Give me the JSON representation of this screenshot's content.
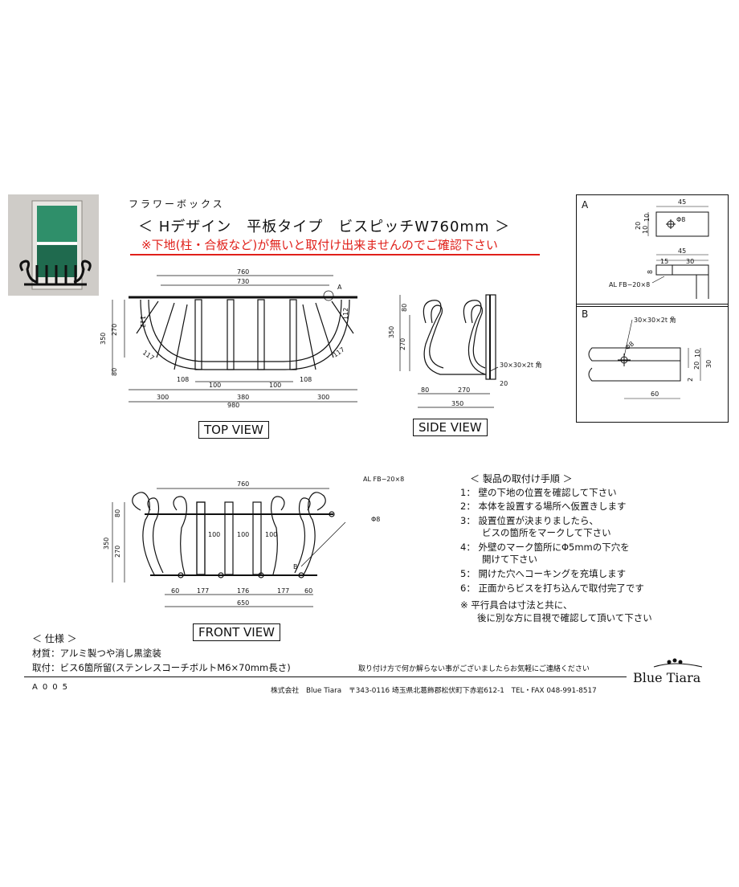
{
  "header": {
    "category": "フラワーボックス",
    "title": "＜ Hデザイン　平板タイプ　ビスピッチW760mm ＞",
    "warning": "※下地(柱・合板など)が無いと取付け出来ませんのでご確認下さい"
  },
  "photo": {
    "alt": "window flower box photo"
  },
  "top_view": {
    "label": "TOP  VIEW",
    "dims": [
      "760",
      "730",
      "350",
      "270",
      "80",
      "112",
      "112",
      "117",
      "117",
      "108",
      "108",
      "100",
      "100",
      "300",
      "380",
      "300",
      "980"
    ],
    "marker": "A"
  },
  "side_view": {
    "label": "SIDE  VIEW",
    "dims": [
      "80",
      "350",
      "270",
      "80",
      "270",
      "350",
      "20"
    ],
    "angle_note": "30×30×2t 角"
  },
  "front_view": {
    "label": "FRONT  VIEW",
    "dims": [
      "760",
      "80",
      "350",
      "270",
      "100",
      "100",
      "100",
      "60",
      "177",
      "176",
      "177",
      "60",
      "650"
    ],
    "callout_fb": "AL FB−20×8",
    "callout_hole": "Φ8",
    "marker": "B"
  },
  "detail_a": {
    "label": "A",
    "dims": [
      "45",
      "20",
      "10",
      "10",
      "Φ8",
      "45",
      "15",
      "30",
      "8"
    ],
    "note": "AL FB−20×8"
  },
  "detail_b": {
    "label": "B",
    "note": "30×30×2t 角",
    "dims": [
      "Φ8",
      "10",
      "20",
      "30",
      "2",
      "60"
    ]
  },
  "instructions": {
    "heading": "＜ 製品の取付け手順 ＞",
    "steps": [
      {
        "num": "1：",
        "text": "壁の下地の位置を確認して下さい"
      },
      {
        "num": "2：",
        "text": "本体を設置する場所へ仮置きします"
      },
      {
        "num": "3：",
        "text": "設置位置が決まりましたら、"
      },
      {
        "num": "",
        "text": "ビスの箇所をマークして下さい"
      },
      {
        "num": "4：",
        "text": "外壁のマーク箇所にΦ5mmの下穴を"
      },
      {
        "num": "",
        "text": "開けて下さい"
      },
      {
        "num": "5：",
        "text": "開けた穴へコーキングを充填します"
      },
      {
        "num": "6：",
        "text": "正面からビスを打ち込んで取付完了です"
      },
      {
        "num": "※",
        "text": "平行具合は寸法と共に、"
      },
      {
        "num": "",
        "text": "後に別な方に目視で確認して頂いて下さい"
      }
    ]
  },
  "spec": {
    "heading": "＜ 仕様 ＞",
    "material_label": "材質",
    "material": "：アルミ製つや消し黒塗装",
    "mount_label": "取付",
    "mount": "：ビス6箇所留(ステンレスコーチボルトM6×70mm長さ)"
  },
  "footer": {
    "inquiry": "取り付け方で何か解らない事がございましたらお気軽にご連絡ください",
    "code": "A005",
    "company": "株式会社　Blue Tiara　〒343-0116 埼玉県北葛飾郡松伏町下赤岩612-1　TEL・FAX 048-991-8517",
    "brand": "Blue Tiara"
  }
}
